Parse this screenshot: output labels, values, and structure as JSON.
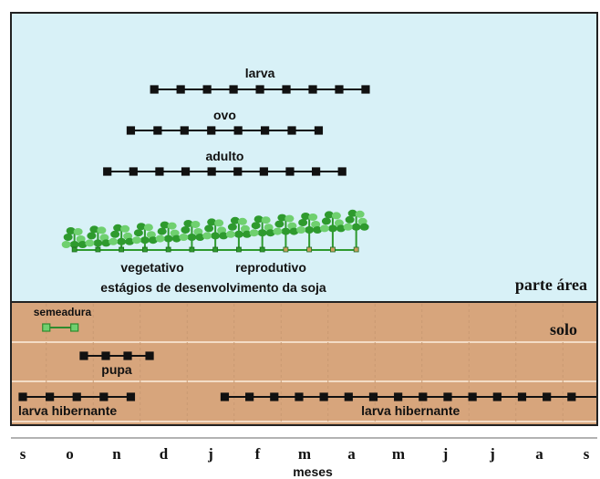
{
  "colors": {
    "sky": "#d8f1f7",
    "soil": "#d7a57c",
    "soil_line": "#f3dcc6",
    "frame": "#222222",
    "plant": "#2e9a2e",
    "plant_light": "#6fd06f",
    "marker": "#111111",
    "seed_marker": "#2e8b2e",
    "repro_marker": "#c8a060"
  },
  "months": [
    "s",
    "o",
    "n",
    "d",
    "j",
    "f",
    "m",
    "a",
    "m",
    "j",
    "j",
    "a",
    "s"
  ],
  "xlabel": "meses",
  "zones": {
    "aerial": "parte área",
    "soil": "solo"
  },
  "soy": {
    "vegetative_label": "vegetativo",
    "reproductive_label": "reprodutivo",
    "caption": "estágios de desenvolvimento da soja",
    "vegetative_months": [
      1.1,
      5.3
    ],
    "reproductive_months": [
      5.3,
      7.1
    ]
  },
  "stages": [
    {
      "label": "larva",
      "zone": "aerial",
      "months": [
        [
          2.8,
          7.3
        ]
      ]
    },
    {
      "label": "ovo",
      "zone": "aerial",
      "months": [
        [
          2.3,
          6.3
        ]
      ]
    },
    {
      "label": "adulto",
      "zone": "aerial",
      "months": [
        [
          1.8,
          6.8
        ]
      ]
    },
    {
      "label": "semeadura",
      "zone": "soil",
      "months": [
        [
          0.5,
          1.1
        ]
      ]
    },
    {
      "label": "pupa",
      "zone": "soil",
      "months": [
        [
          1.3,
          2.7
        ]
      ]
    },
    {
      "label": "larva hibernante",
      "zone": "soil",
      "months": [
        [
          0,
          2.3
        ],
        [
          4.3,
          12.4
        ]
      ]
    }
  ]
}
